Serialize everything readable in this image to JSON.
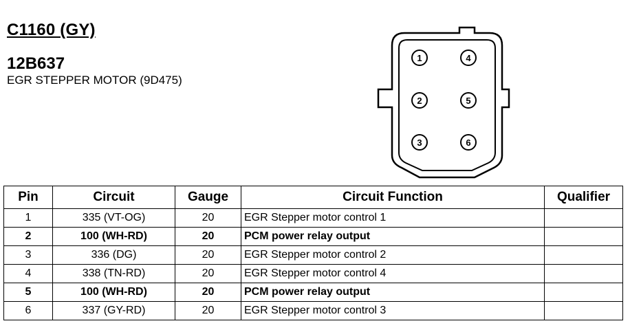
{
  "header": {
    "connector_id": "C1160 (GY)",
    "part_number": "12B637",
    "component": "EGR STEPPER MOTOR (9D475)"
  },
  "connector": {
    "pins": [
      "1",
      "2",
      "3",
      "4",
      "5",
      "6"
    ]
  },
  "table": {
    "columns": [
      "Pin",
      "Circuit",
      "Gauge",
      "Circuit Function",
      "Qualifier"
    ],
    "rows": [
      {
        "pin": "1",
        "circuit": "335 (VT-OG)",
        "gauge": "20",
        "function": "EGR Stepper motor control 1",
        "qualifier": ""
      },
      {
        "pin": "2",
        "circuit": "100 (WH-RD)",
        "gauge": "20",
        "function": "PCM power relay output",
        "qualifier": ""
      },
      {
        "pin": "3",
        "circuit": "336 (DG)",
        "gauge": "20",
        "function": "EGR Stepper motor control 2",
        "qualifier": ""
      },
      {
        "pin": "4",
        "circuit": "338 (TN-RD)",
        "gauge": "20",
        "function": "EGR Stepper motor control 4",
        "qualifier": ""
      },
      {
        "pin": "5",
        "circuit": "100 (WH-RD)",
        "gauge": "20",
        "function": "PCM power relay output",
        "qualifier": ""
      },
      {
        "pin": "6",
        "circuit": "337 (GY-RD)",
        "gauge": "20",
        "function": "EGR Stepper motor control 3",
        "qualifier": ""
      }
    ]
  }
}
